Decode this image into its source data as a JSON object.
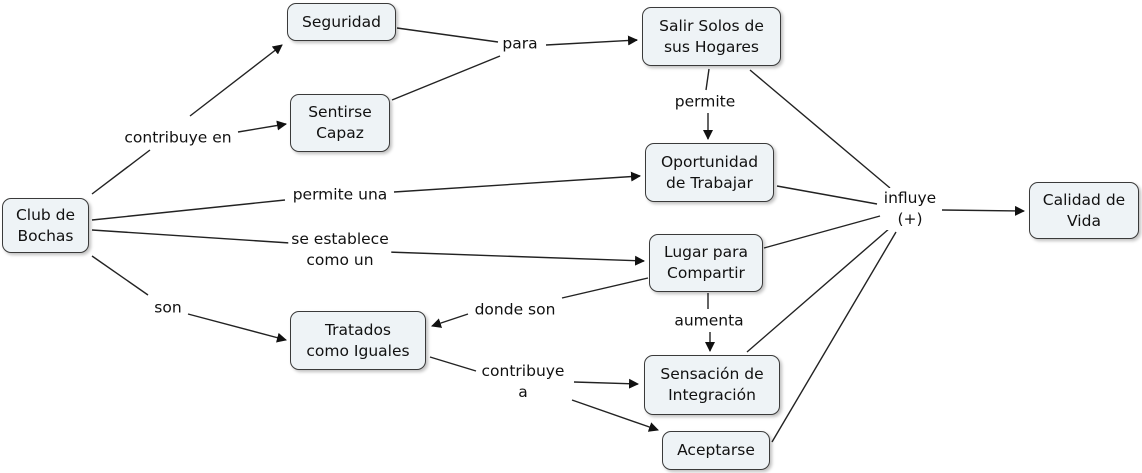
{
  "nodes": {
    "club": "Club de\nBochas",
    "seguridad": "Seguridad",
    "sentirse": "Sentirse\nCapaz",
    "salir": "Salir Solos de\nsus Hogares",
    "oportunidad": "Oportunidad\nde Trabajar",
    "lugar": "Lugar para\nCompartir",
    "tratados": "Tratados\ncomo Iguales",
    "sensacion": "Sensación de\nIntegración",
    "aceptarse": "Aceptarse",
    "calidad": "Calidad de\nVida"
  },
  "links": {
    "contribuye_en": "contribuye en",
    "para": "para",
    "permite": "permite",
    "permite_una": "permite una",
    "se_establece": "se establece\ncomo un",
    "son": "son",
    "donde_son": "donde son",
    "aumenta": "aumenta",
    "contribuye_a": "contribuye\na",
    "influye": "influye\n(+)"
  }
}
